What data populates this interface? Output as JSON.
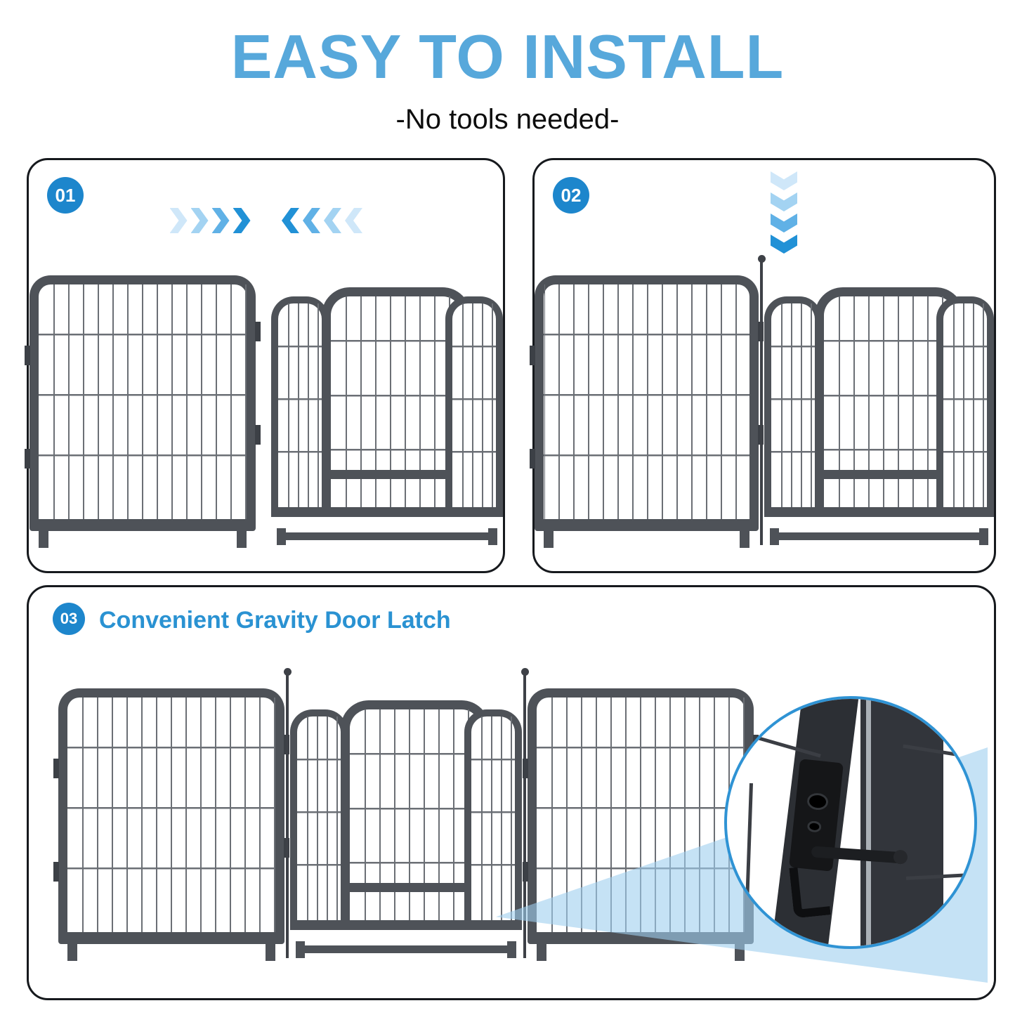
{
  "header": {
    "title": "EASY TO INSTALL",
    "subtitle": "-No tools needed-"
  },
  "steps": [
    {
      "number": "01"
    },
    {
      "number": "02"
    },
    {
      "number": "03",
      "heading": "Convenient Gravity Door Latch"
    }
  ],
  "icons": {
    "step1_arrows": "chevrons-inward-icon",
    "step2_arrows": "chevrons-down-icon",
    "step3_magnifier": "magnifier-circle-latch-detail",
    "connector": "connector-pin"
  },
  "colors": {
    "title_blue": "#57A8DB",
    "badge_blue": "#1D86CC",
    "heading_blue": "#2A92D2",
    "chevron_light": "#CFE7F9",
    "chevron_dark": "#2191D6",
    "frame_gray": "#4E5258",
    "beam_blue": "#9FCFEF",
    "magnifier_border_blue": "#2F93D4",
    "card_border": "#16191D"
  }
}
